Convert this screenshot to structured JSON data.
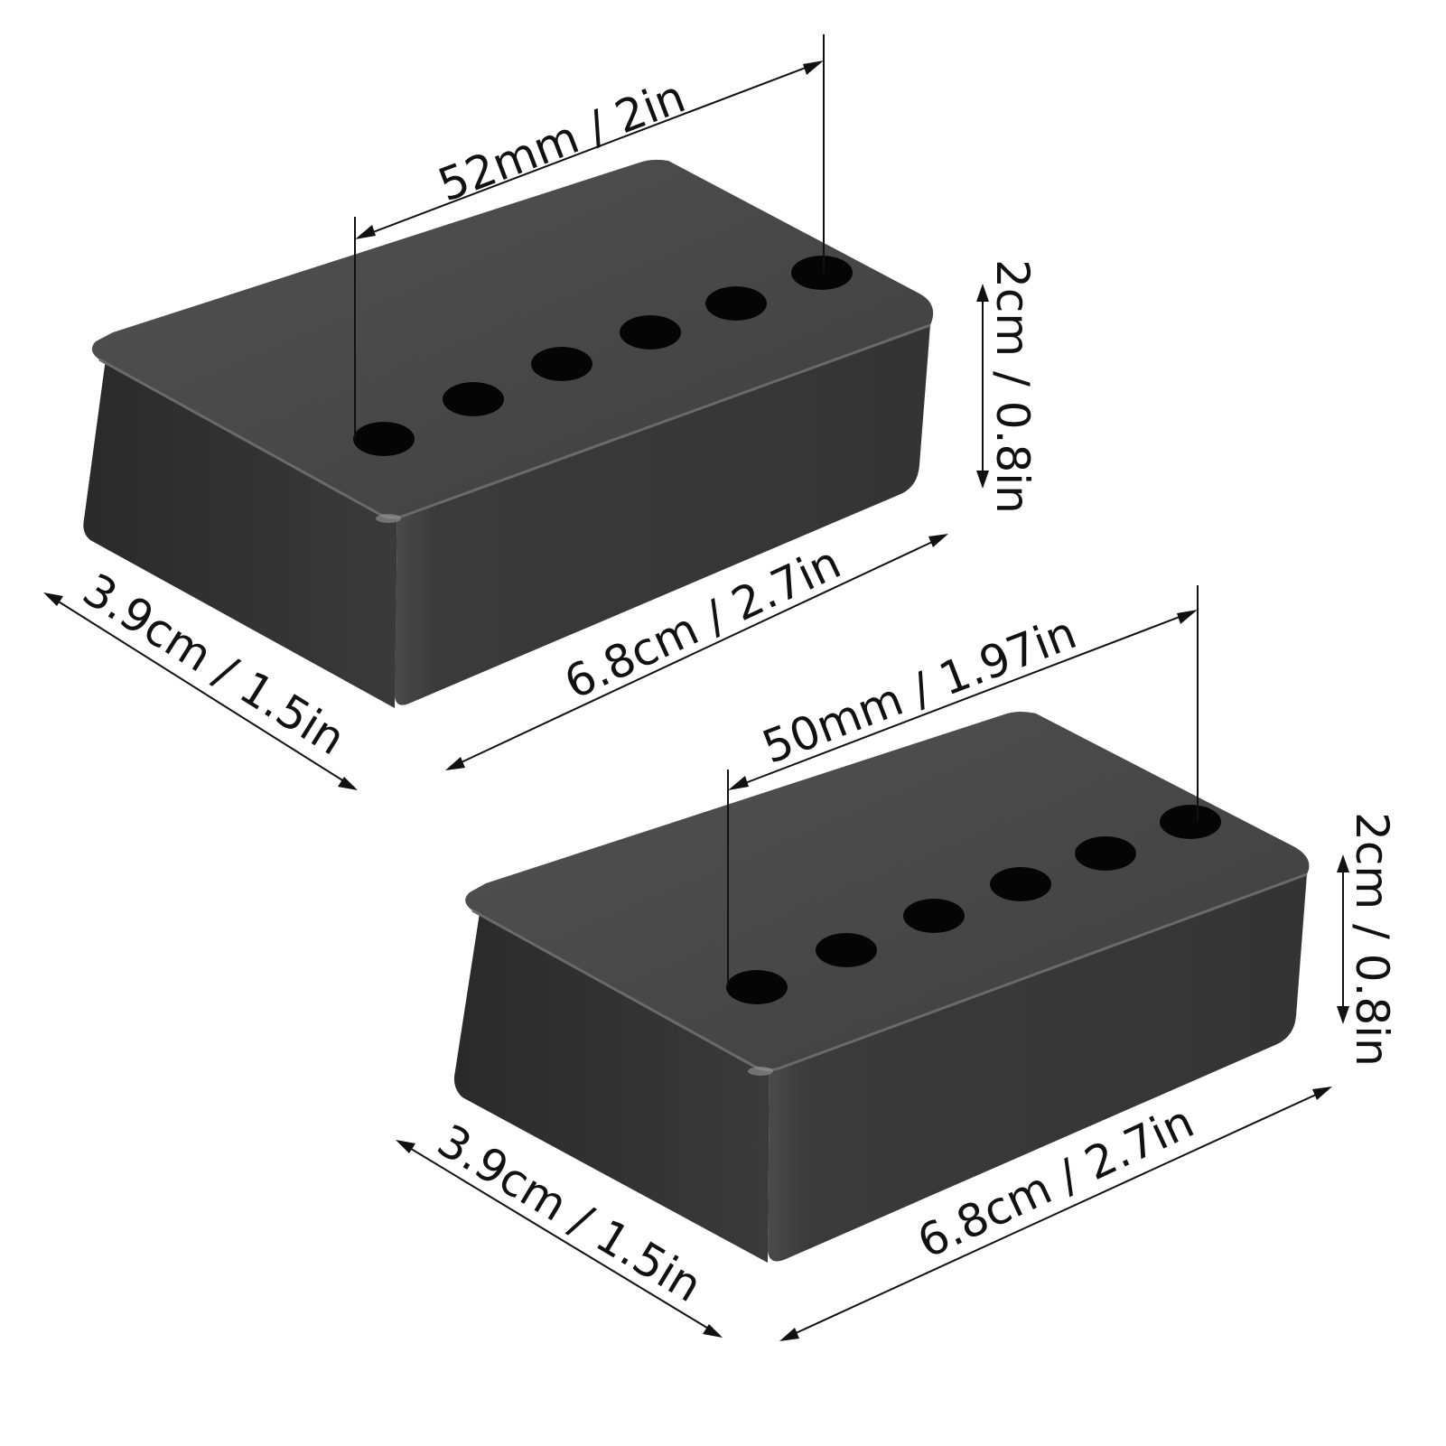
{
  "colors": {
    "background": "#ffffff",
    "cover_top": "#474747",
    "cover_front": "#393939",
    "cover_side": "#2b2b2b",
    "hole": "#050505",
    "line": "#111111"
  },
  "covers": [
    {
      "name": "top-cover",
      "pole_holes": 6,
      "labels": {
        "spacing": "52mm / 2in",
        "height": "2cm / 0.8in",
        "width": "3.9cm / 1.5in",
        "length": "6.8cm / 2.7in"
      }
    },
    {
      "name": "bottom-cover",
      "pole_holes": 6,
      "labels": {
        "spacing": "50mm / 1.97in",
        "height": "2cm / 0.8in",
        "width": "3.9cm / 1.5in",
        "length": "6.8cm / 2.7in"
      }
    }
  ]
}
